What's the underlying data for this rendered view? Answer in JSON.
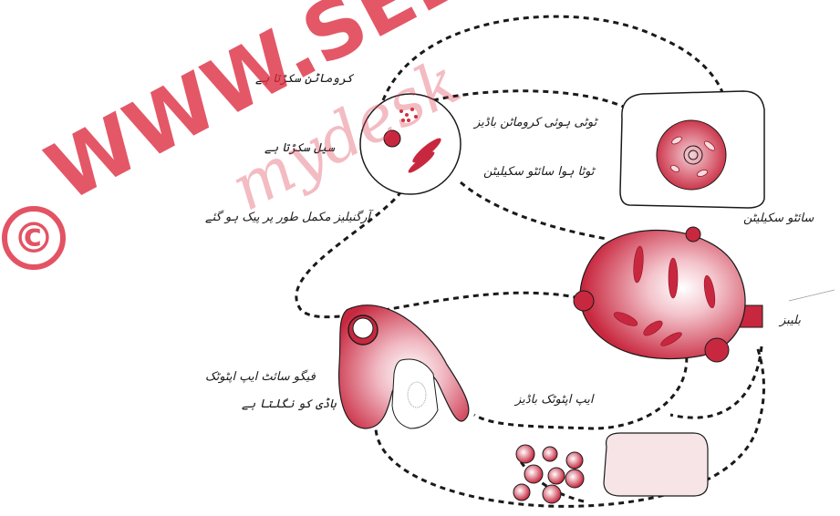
{
  "labels": {
    "chromatin_condenses": "کروماٹن سکڑتا ہے",
    "cell_shrinks": "سیل سکڑتا ہے",
    "organelles_packed": "آرگنیلیز مکمل طور پر پیک ہو گئے",
    "broken_chromatin_bodies": "ٹوٹی ہوئی کروماٹن باڈیز",
    "broken_cytoskeleton": "ٹوٹا ہوا سائٹو سکیلیٹن",
    "cytoskeleton": "سائٹو سکیلیٹن",
    "blebs": "بلیبز",
    "phagocyte_line1": "فیگو سائٹ ایپ اپٹوٹک",
    "phagocyte_line2": "باڈی کو نگلتا ہے",
    "apoptotic_bodies": "ایپ اپٹوٹک باڈیز"
  },
  "watermark": {
    "copyright_symbol": "©",
    "text": "WWW.SEDiNFO.ORG",
    "text2": "mydesk"
  },
  "colors": {
    "cell_red": "#c8283f",
    "cell_dark": "#a01828",
    "cell_light": "#f3c3cb",
    "outline": "#1a1a1a",
    "watermark": "#dc283c"
  }
}
